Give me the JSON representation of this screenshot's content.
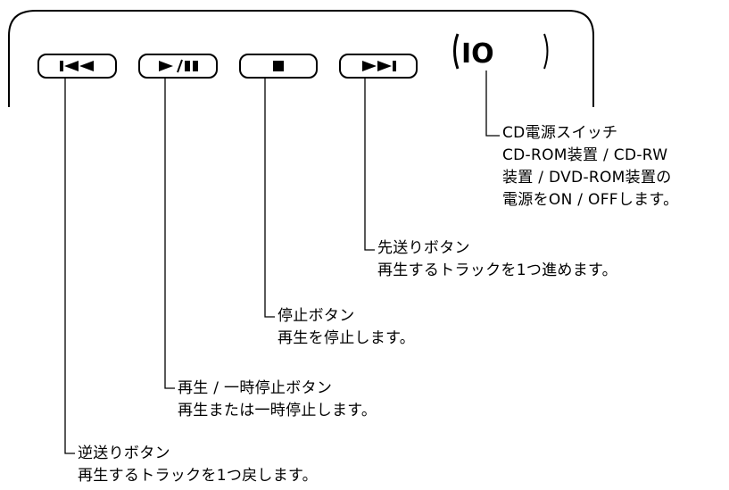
{
  "panel": {
    "power_switch": {
      "label": "IO"
    },
    "buttons": [
      {
        "id": "prev",
        "icon": "skip-back-icon"
      },
      {
        "id": "play",
        "icon": "play-pause-icon"
      },
      {
        "id": "stop",
        "icon": "stop-icon"
      },
      {
        "id": "next",
        "icon": "skip-forward-icon"
      }
    ]
  },
  "callouts": {
    "power": {
      "lines": [
        "CD電源スイッチ",
        "CD-ROM装置 / CD-RW",
        "装置 / DVD-ROM装置の",
        "電源をON / OFFします。"
      ]
    },
    "next": {
      "lines": [
        "先送りボタン",
        "再生するトラックを1つ進めます。"
      ]
    },
    "stop": {
      "lines": [
        "停止ボタン",
        "再生を停止します。"
      ]
    },
    "play": {
      "lines": [
        "再生 / 一時停止ボタン",
        "再生または一時停止します。"
      ]
    },
    "prev": {
      "lines": [
        "逆送りボタン",
        "再生するトラックを1つ戻します。"
      ]
    }
  }
}
